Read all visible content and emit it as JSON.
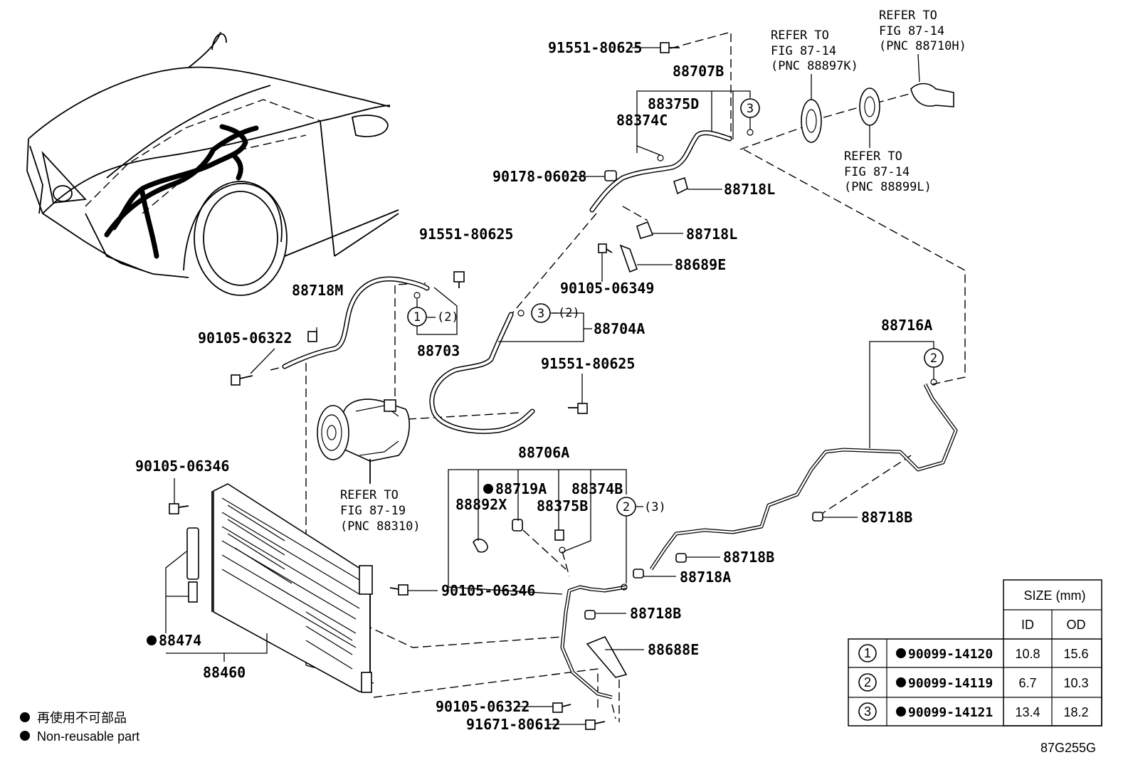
{
  "part_labels": {
    "p91551_80625_top": "91551-80625",
    "p88707B": "88707B",
    "p88375D": "88375D",
    "p88374C": "88374C",
    "p90178_06028": "90178-06028",
    "p88718L_1": "88718L",
    "p88718L_2": "88718L",
    "p88689E": "88689E",
    "p90105_06349": "90105-06349",
    "p91551_80625_mid": "91551-80625",
    "p88718M": "88718M",
    "p90105_06322_left": "90105-06322",
    "p88703": "88703",
    "p88704A": "88704A",
    "p91551_80625_right": "91551-80625",
    "p88716A": "88716A",
    "p88706A": "88706A",
    "p88719A": "88719A",
    "p88892X": "88892X",
    "p88374B": "88374B",
    "p88375B": "88375B",
    "p88718B_1": "88718B",
    "p88718B_2": "88718B",
    "p88718A": "88718A",
    "p88718B_3": "88718B",
    "p88688E": "88688E",
    "p90105_06346_top": "90105-06346",
    "p90105_06346_mid": "90105-06346",
    "p88474": "88474",
    "p88460": "88460",
    "p90105_06322_bottom": "90105-06322",
    "p91671_80612": "91671-80612"
  },
  "ring_markers": {
    "m1": "1",
    "m1_qty": "(2)",
    "m3a": "3",
    "m3a_qty": "(2)",
    "m2a": "2",
    "m2a_qty": "(3)",
    "m3b": "3",
    "m2b": "2"
  },
  "refer_notes": {
    "n1": {
      "l1": "REFER TO",
      "l2": "FIG 87-14",
      "l3": "(PNC 88710H)"
    },
    "n2": {
      "l1": "REFER TO",
      "l2": "FIG 87-14",
      "l3": "(PNC 88897K)"
    },
    "n3": {
      "l1": "REFER TO",
      "l2": "FIG 87-14",
      "l3": "(PNC 88899L)"
    },
    "n4": {
      "l1": "REFER TO",
      "l2": "FIG 87-19",
      "l3": "(PNC 88310)"
    }
  },
  "legend": {
    "jp": "再使用不可部品",
    "en": "Non-reusable part"
  },
  "size_table": {
    "header": "SIZE (mm)",
    "col_id": "ID",
    "col_od": "OD",
    "rows": [
      {
        "ring": "1",
        "part": "90099-14120",
        "id": "10.8",
        "od": "15.6"
      },
      {
        "ring": "2",
        "part": "90099-14119",
        "id": "6.7",
        "od": "10.3"
      },
      {
        "ring": "3",
        "part": "90099-14121",
        "id": "13.4",
        "od": "18.2"
      }
    ]
  },
  "figure_id": "87G255G",
  "icons": [
    "non-reusable-dot-icon",
    "bolt-icon",
    "clamp-icon",
    "o-ring-icon",
    "compressor",
    "condenser"
  ],
  "colors": {
    "line": "#000000",
    "background": "#ffffff"
  }
}
